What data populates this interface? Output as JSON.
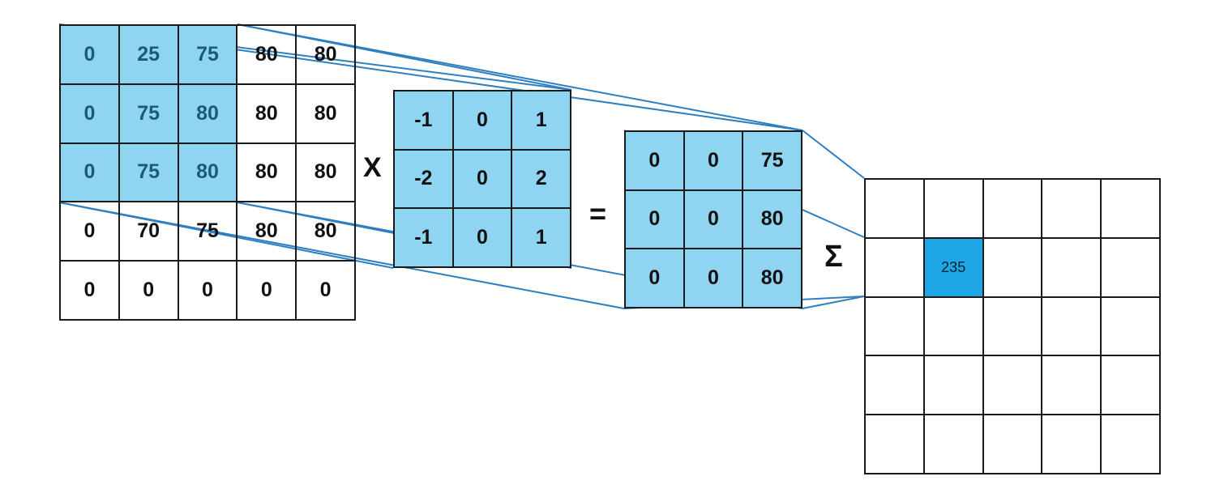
{
  "input_matrix": {
    "rows": [
      [
        "0",
        "25",
        "75",
        "80",
        "80"
      ],
      [
        "0",
        "75",
        "80",
        "80",
        "80"
      ],
      [
        "0",
        "75",
        "80",
        "80",
        "80"
      ],
      [
        "0",
        "70",
        "75",
        "80",
        "80"
      ],
      [
        "0",
        "0",
        "0",
        "0",
        "0"
      ]
    ]
  },
  "kernel_matrix": {
    "rows": [
      [
        "-1",
        "0",
        "1"
      ],
      [
        "-2",
        "0",
        "2"
      ],
      [
        "-1",
        "0",
        "1"
      ]
    ]
  },
  "product_matrix": {
    "rows": [
      [
        "0",
        "0",
        "75"
      ],
      [
        "0",
        "0",
        "80"
      ],
      [
        "0",
        "0",
        "80"
      ]
    ]
  },
  "operators": {
    "multiply": "X",
    "equals": "=",
    "sum": "Σ"
  },
  "result": {
    "value": "235"
  },
  "colors": {
    "highlight": "#8fd4f1",
    "result_highlight": "#1ea7e4",
    "connector": "#2d7fc0"
  }
}
